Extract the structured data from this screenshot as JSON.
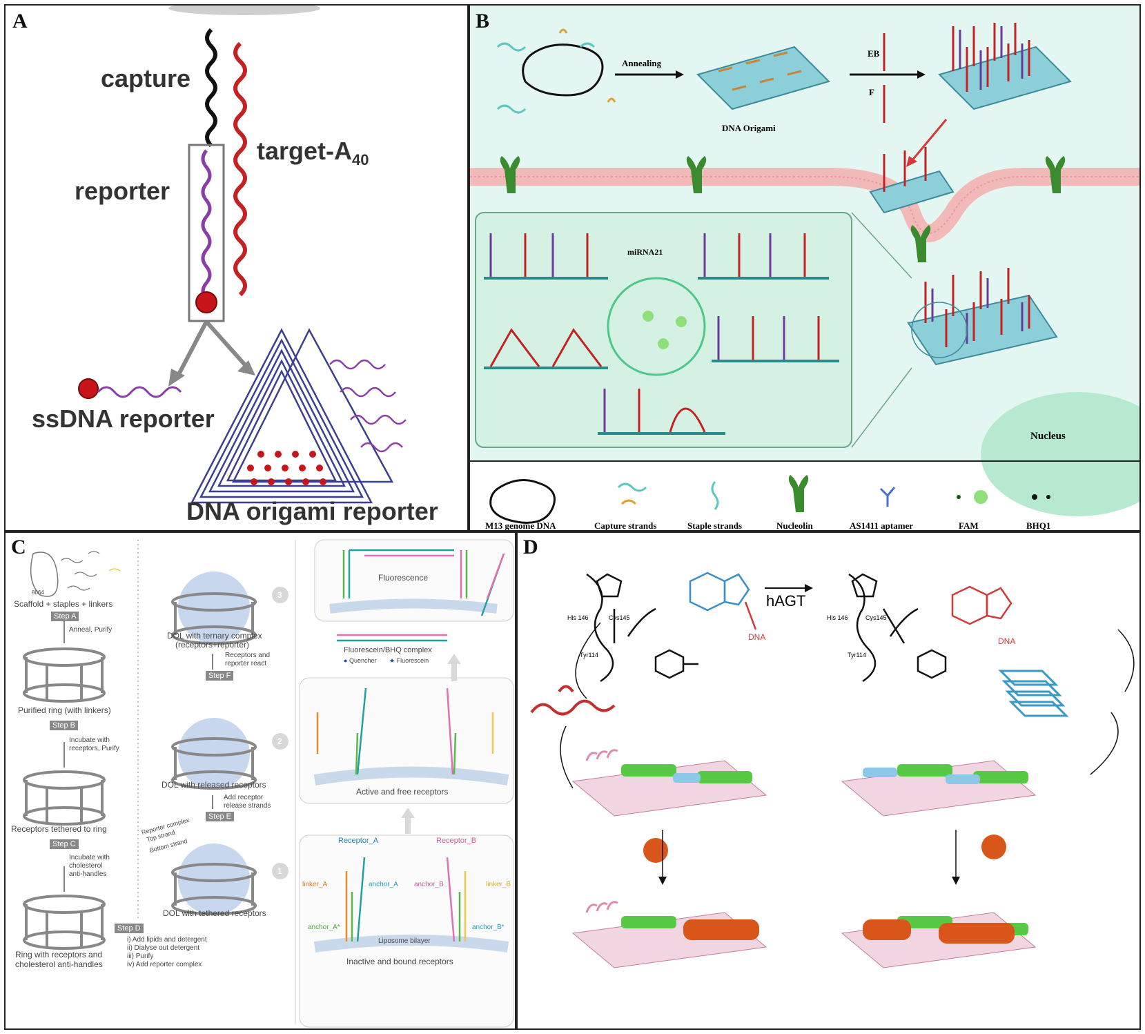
{
  "panels": {
    "A": {
      "letter": "A",
      "capture": "capture",
      "target": "target-A",
      "target_sub": "40",
      "reporter": "reporter",
      "ssdna": "ssDNA reporter",
      "origami": "DNA origami reporter"
    },
    "B": {
      "letter": "B",
      "annealing": "Annealing",
      "eb": "EB",
      "f": "F",
      "dna_origami": "DNA Origami",
      "mirna": "miRNA21",
      "nucleus": "Nucleus",
      "legend": [
        "M13 genome DNA",
        "Capture strands",
        "Staple strands",
        "Nucleolin",
        "AS1411 aptamer",
        "FAM",
        "BHQ1"
      ]
    },
    "C": {
      "letter": "C",
      "scaffold": "Scaffold + staples + linkers",
      "scaffold_num": "8064",
      "step_a": "Step A",
      "step_a_text": "Anneal, Purify",
      "purified_ring": "Purified ring (with linkers)",
      "step_b": "Step B",
      "step_b_text1": "Incubate with",
      "step_b_text2": "receptors, Purify",
      "receptors_tethered": "Receptors tethered to ring",
      "step_c": "Step C",
      "step_c_text1": "Incubate with",
      "step_c_text2": "cholesterol",
      "step_c_text3": "anti-handles",
      "ring_final1": "Ring with receptors and",
      "ring_final2": "cholesterol anti-handles",
      "step_d": "Step D",
      "step_d_items": [
        "i)  Add lipids and detergent",
        "ii)  Dialyse out detergent",
        "iii) Purify",
        "iv) Add reporter complex"
      ],
      "dol_tethered": "DOL with tethered receptors",
      "step_e": "Step E",
      "step_e_text1": "Add receptor",
      "step_e_text2": "release strands",
      "dol_released": "DOL with released receptors",
      "step_f": "Step F",
      "step_f_text1": "Receptors and",
      "step_f_text2": "reporter react",
      "dol_ternary1": "DOL with ternary complex",
      "dol_ternary2": "(receptors+reporter)",
      "reporter_complex": "Reporter complex",
      "top_strand": "Top strand",
      "bottom_strand": "Bottom strand",
      "num1": "1",
      "num2": "2",
      "num3": "3",
      "fluorescence": "Fluorescence",
      "fbhq": "Fluorescein/BHQ complex",
      "quencher": "Quencher",
      "fluorescein": "Fluorescein",
      "active_free": "Active and free receptors",
      "receptor_a": "Receptor_A",
      "receptor_b": "Receptor_B",
      "linker_a": "linker_A",
      "anchor_a": "anchor_A",
      "anchor_b": "anchor_B",
      "linker_b": "linker_B",
      "anchor_a_star": "anchor_A*",
      "anchor_b_star": "anchor_B*",
      "liposome": "Liposome bilayer",
      "inactive": "Inactive and bound receptors"
    },
    "D": {
      "letter": "D",
      "hagt": "hAGT",
      "his": "His 146",
      "cys": "Cys145",
      "tyr": "Tyr114",
      "dna1": "DNA",
      "dna2": "DNA"
    }
  },
  "colors": {
    "panel_b_bg": "#e4f6f1",
    "membrane": "#f2b9b9",
    "capture_black": "#111111",
    "target_red": "#c42222",
    "reporter_purple": "#8a3fa6",
    "origami_blue": "#3b3f8f",
    "d_blue": "#3a8fc4",
    "d_red": "#d23a3a",
    "green": "#58c944",
    "orange": "#d9561a"
  }
}
